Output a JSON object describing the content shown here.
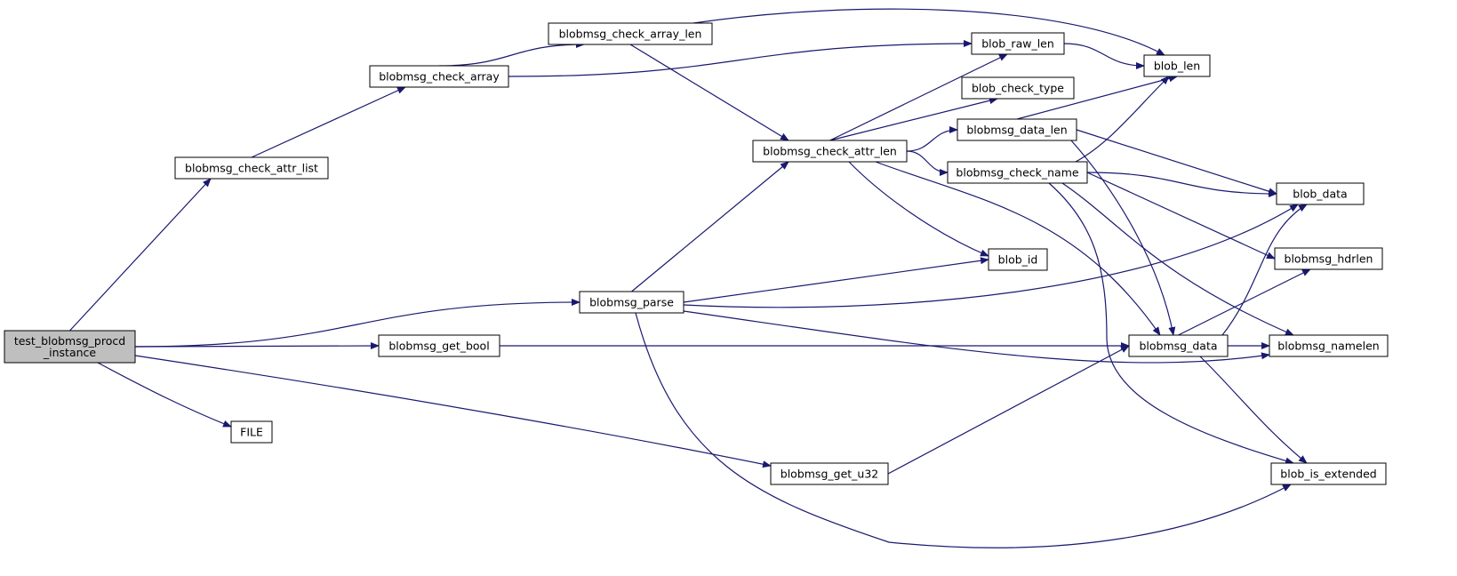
{
  "colors": {
    "edge": "#191970",
    "node_border": "#000000",
    "node_fill": "#ffffff",
    "root_fill": "#bfbfbf"
  },
  "nodes": [
    {
      "id": "root",
      "label_lines": [
        "test_blobmsg_procd",
        "_instance"
      ],
      "root": true
    },
    {
      "id": "check_attr_list",
      "label_lines": [
        "blobmsg_check_attr_list"
      ]
    },
    {
      "id": "check_array",
      "label_lines": [
        "blobmsg_check_array"
      ]
    },
    {
      "id": "check_array_len",
      "label_lines": [
        "blobmsg_check_array_len"
      ]
    },
    {
      "id": "check_attr_len",
      "label_lines": [
        "blobmsg_check_attr_len"
      ]
    },
    {
      "id": "parse",
      "label_lines": [
        "blobmsg_parse"
      ]
    },
    {
      "id": "get_bool",
      "label_lines": [
        "blobmsg_get_bool"
      ]
    },
    {
      "id": "file",
      "label_lines": [
        "FILE"
      ]
    },
    {
      "id": "get_u32",
      "label_lines": [
        "blobmsg_get_u32"
      ]
    },
    {
      "id": "raw_len",
      "label_lines": [
        "blob_raw_len"
      ]
    },
    {
      "id": "check_type",
      "label_lines": [
        "blob_check_type"
      ]
    },
    {
      "id": "data_len",
      "label_lines": [
        "blobmsg_data_len"
      ]
    },
    {
      "id": "check_name",
      "label_lines": [
        "blobmsg_check_name"
      ]
    },
    {
      "id": "blob_id",
      "label_lines": [
        "blob_id"
      ]
    },
    {
      "id": "bm_data",
      "label_lines": [
        "blobmsg_data"
      ]
    },
    {
      "id": "blob_len",
      "label_lines": [
        "blob_len"
      ]
    },
    {
      "id": "blob_data",
      "label_lines": [
        "blob_data"
      ]
    },
    {
      "id": "hdrlen",
      "label_lines": [
        "blobmsg_hdrlen"
      ]
    },
    {
      "id": "namelen",
      "label_lines": [
        "blobmsg_namelen"
      ]
    },
    {
      "id": "is_extended",
      "label_lines": [
        "blob_is_extended"
      ]
    }
  ],
  "edges": [
    [
      "root",
      "check_attr_list"
    ],
    [
      "root",
      "parse"
    ],
    [
      "root",
      "get_bool"
    ],
    [
      "root",
      "file"
    ],
    [
      "root",
      "get_u32"
    ],
    [
      "check_attr_list",
      "check_array"
    ],
    [
      "check_array",
      "check_array_len"
    ],
    [
      "check_array",
      "raw_len"
    ],
    [
      "check_array_len",
      "blob_len"
    ],
    [
      "check_array_len",
      "check_attr_len"
    ],
    [
      "check_attr_len",
      "raw_len"
    ],
    [
      "check_attr_len",
      "check_type"
    ],
    [
      "check_attr_len",
      "data_len"
    ],
    [
      "check_attr_len",
      "check_name"
    ],
    [
      "check_attr_len",
      "blob_id"
    ],
    [
      "check_attr_len",
      "bm_data"
    ],
    [
      "parse",
      "check_attr_len"
    ],
    [
      "parse",
      "blob_id"
    ],
    [
      "parse",
      "blob_data"
    ],
    [
      "parse",
      "namelen"
    ],
    [
      "parse",
      "is_extended"
    ],
    [
      "get_bool",
      "bm_data"
    ],
    [
      "get_u32",
      "bm_data"
    ],
    [
      "raw_len",
      "blob_len"
    ],
    [
      "data_len",
      "blob_len"
    ],
    [
      "data_len",
      "blob_data"
    ],
    [
      "data_len",
      "bm_data"
    ],
    [
      "check_name",
      "blob_len"
    ],
    [
      "check_name",
      "blob_data"
    ],
    [
      "check_name",
      "hdrlen"
    ],
    [
      "check_name",
      "namelen"
    ],
    [
      "check_name",
      "is_extended"
    ],
    [
      "bm_data",
      "blob_data"
    ],
    [
      "bm_data",
      "hdrlen"
    ],
    [
      "bm_data",
      "namelen"
    ],
    [
      "bm_data",
      "is_extended"
    ]
  ]
}
